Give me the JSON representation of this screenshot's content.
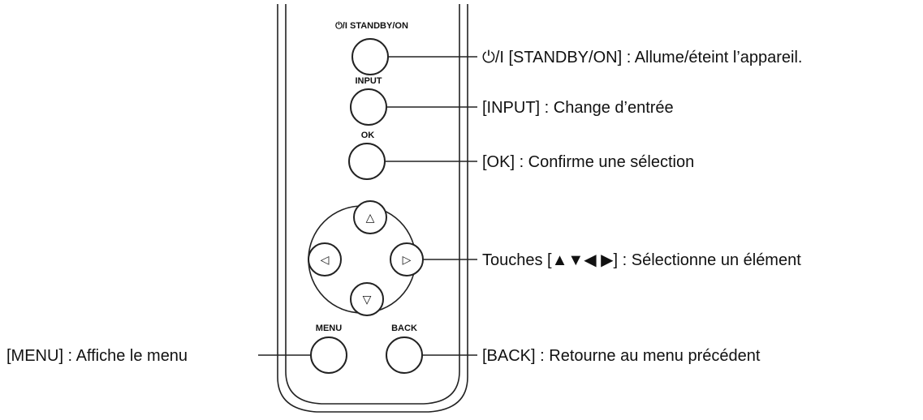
{
  "remote": {
    "buttons": {
      "standby": {
        "label": "⏻/I STANDBY/ON"
      },
      "input": {
        "label": "INPUT"
      },
      "ok": {
        "label": "OK"
      },
      "menu": {
        "label": "MENU"
      },
      "back": {
        "label": "BACK"
      },
      "arrows": {
        "up": "△",
        "down": "▽",
        "left": "◁",
        "right": "▷"
      }
    }
  },
  "callouts": {
    "standby": "⏻/I [STANDBY/ON] : Allume/éteint l’appareil.",
    "input": "[INPUT] : Change d’entrée",
    "ok": "[OK] : Confirme une sélection",
    "arrows": "Touches [▲▼◀ ▶] : Sélectionne un élément",
    "menu": "[MENU] : Affiche le menu",
    "back": "[BACK] : Retourne au menu précédent"
  },
  "colors": {
    "stroke": "#222222",
    "text": "#111111",
    "remote_fill": "#ffffff"
  }
}
